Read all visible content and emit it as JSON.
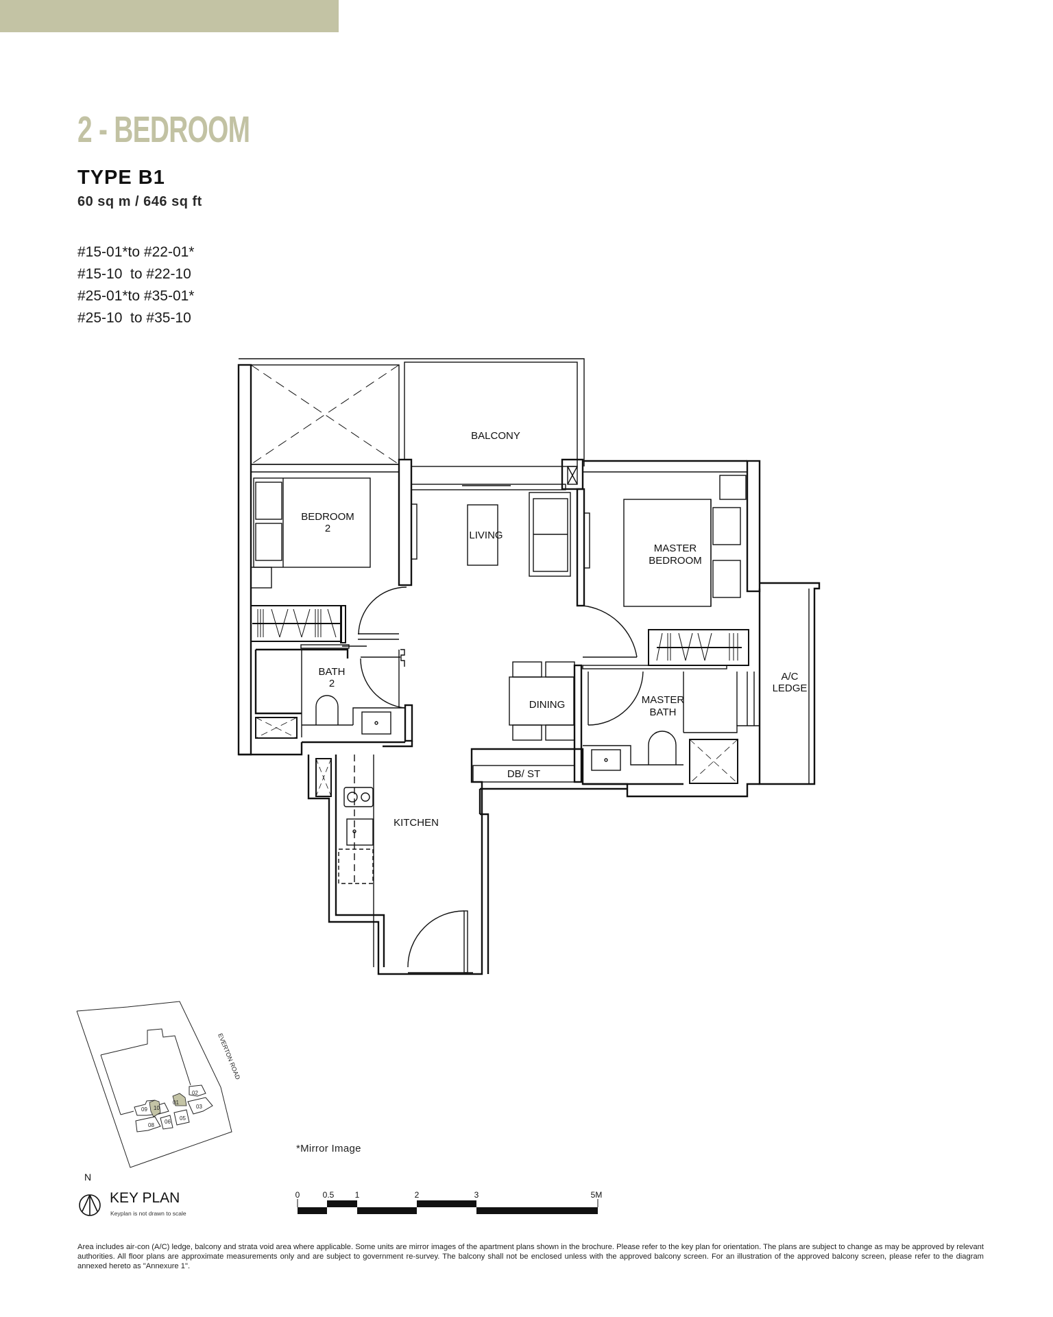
{
  "header": {
    "category": "2 - BEDROOM",
    "type": "TYPE B1",
    "area": "60 sq m / 646 sq ft",
    "units": [
      "#15-01*to #22-01*",
      "#15-10  to #22-10",
      "#25-01*to #35-01*",
      "#25-10  to #35-10"
    ]
  },
  "colors": {
    "accent": "#c3c3a4",
    "wall": "#111111",
    "highlight_unit": "#c4c4a6"
  },
  "floor_plan": {
    "rooms": {
      "balcony": "BALCONY",
      "bedroom2_line1": "BEDROOM",
      "bedroom2_line2": "2",
      "living": "LIVING",
      "master_line1": "MASTER",
      "master_line2": "BEDROOM",
      "bath2_line1": "BATH",
      "bath2_line2": "2",
      "dining": "DINING",
      "master_bath_line1": "MASTER",
      "master_bath_line2": "BATH",
      "ac_line1": "A/C",
      "ac_line2": "LEDGE",
      "dbst": "DB/ ST",
      "kitchen": "KITCHEN"
    }
  },
  "key_plan": {
    "north": "N",
    "title": "KEY PLAN",
    "subtitle": "Keyplan is not drawn to scale",
    "road": "EVERTON ROAD",
    "stacks": [
      "01",
      "02",
      "03",
      "05",
      "06",
      "08",
      "09",
      "10"
    ],
    "highlighted": [
      "01",
      "10"
    ]
  },
  "mirror_note": "*Mirror Image",
  "scale_bar": {
    "ticks": [
      "0",
      "0.5",
      "1",
      "2",
      "3",
      "5M"
    ]
  },
  "disclaimer": "Area includes air-con (A/C) ledge, balcony and strata void area where applicable. Some units are mirror images of the apartment plans shown in the brochure. Please refer to the key plan for orientation. The plans are subject to change as may be approved by relevant authorities. All floor plans are approximate measurements only and are subject to government re-survey. The balcony shall not be enclosed unless with the approved balcony screen. For an illustration of the approved balcony screen, please refer to the diagram annexed hereto as \"Annexure 1\"."
}
